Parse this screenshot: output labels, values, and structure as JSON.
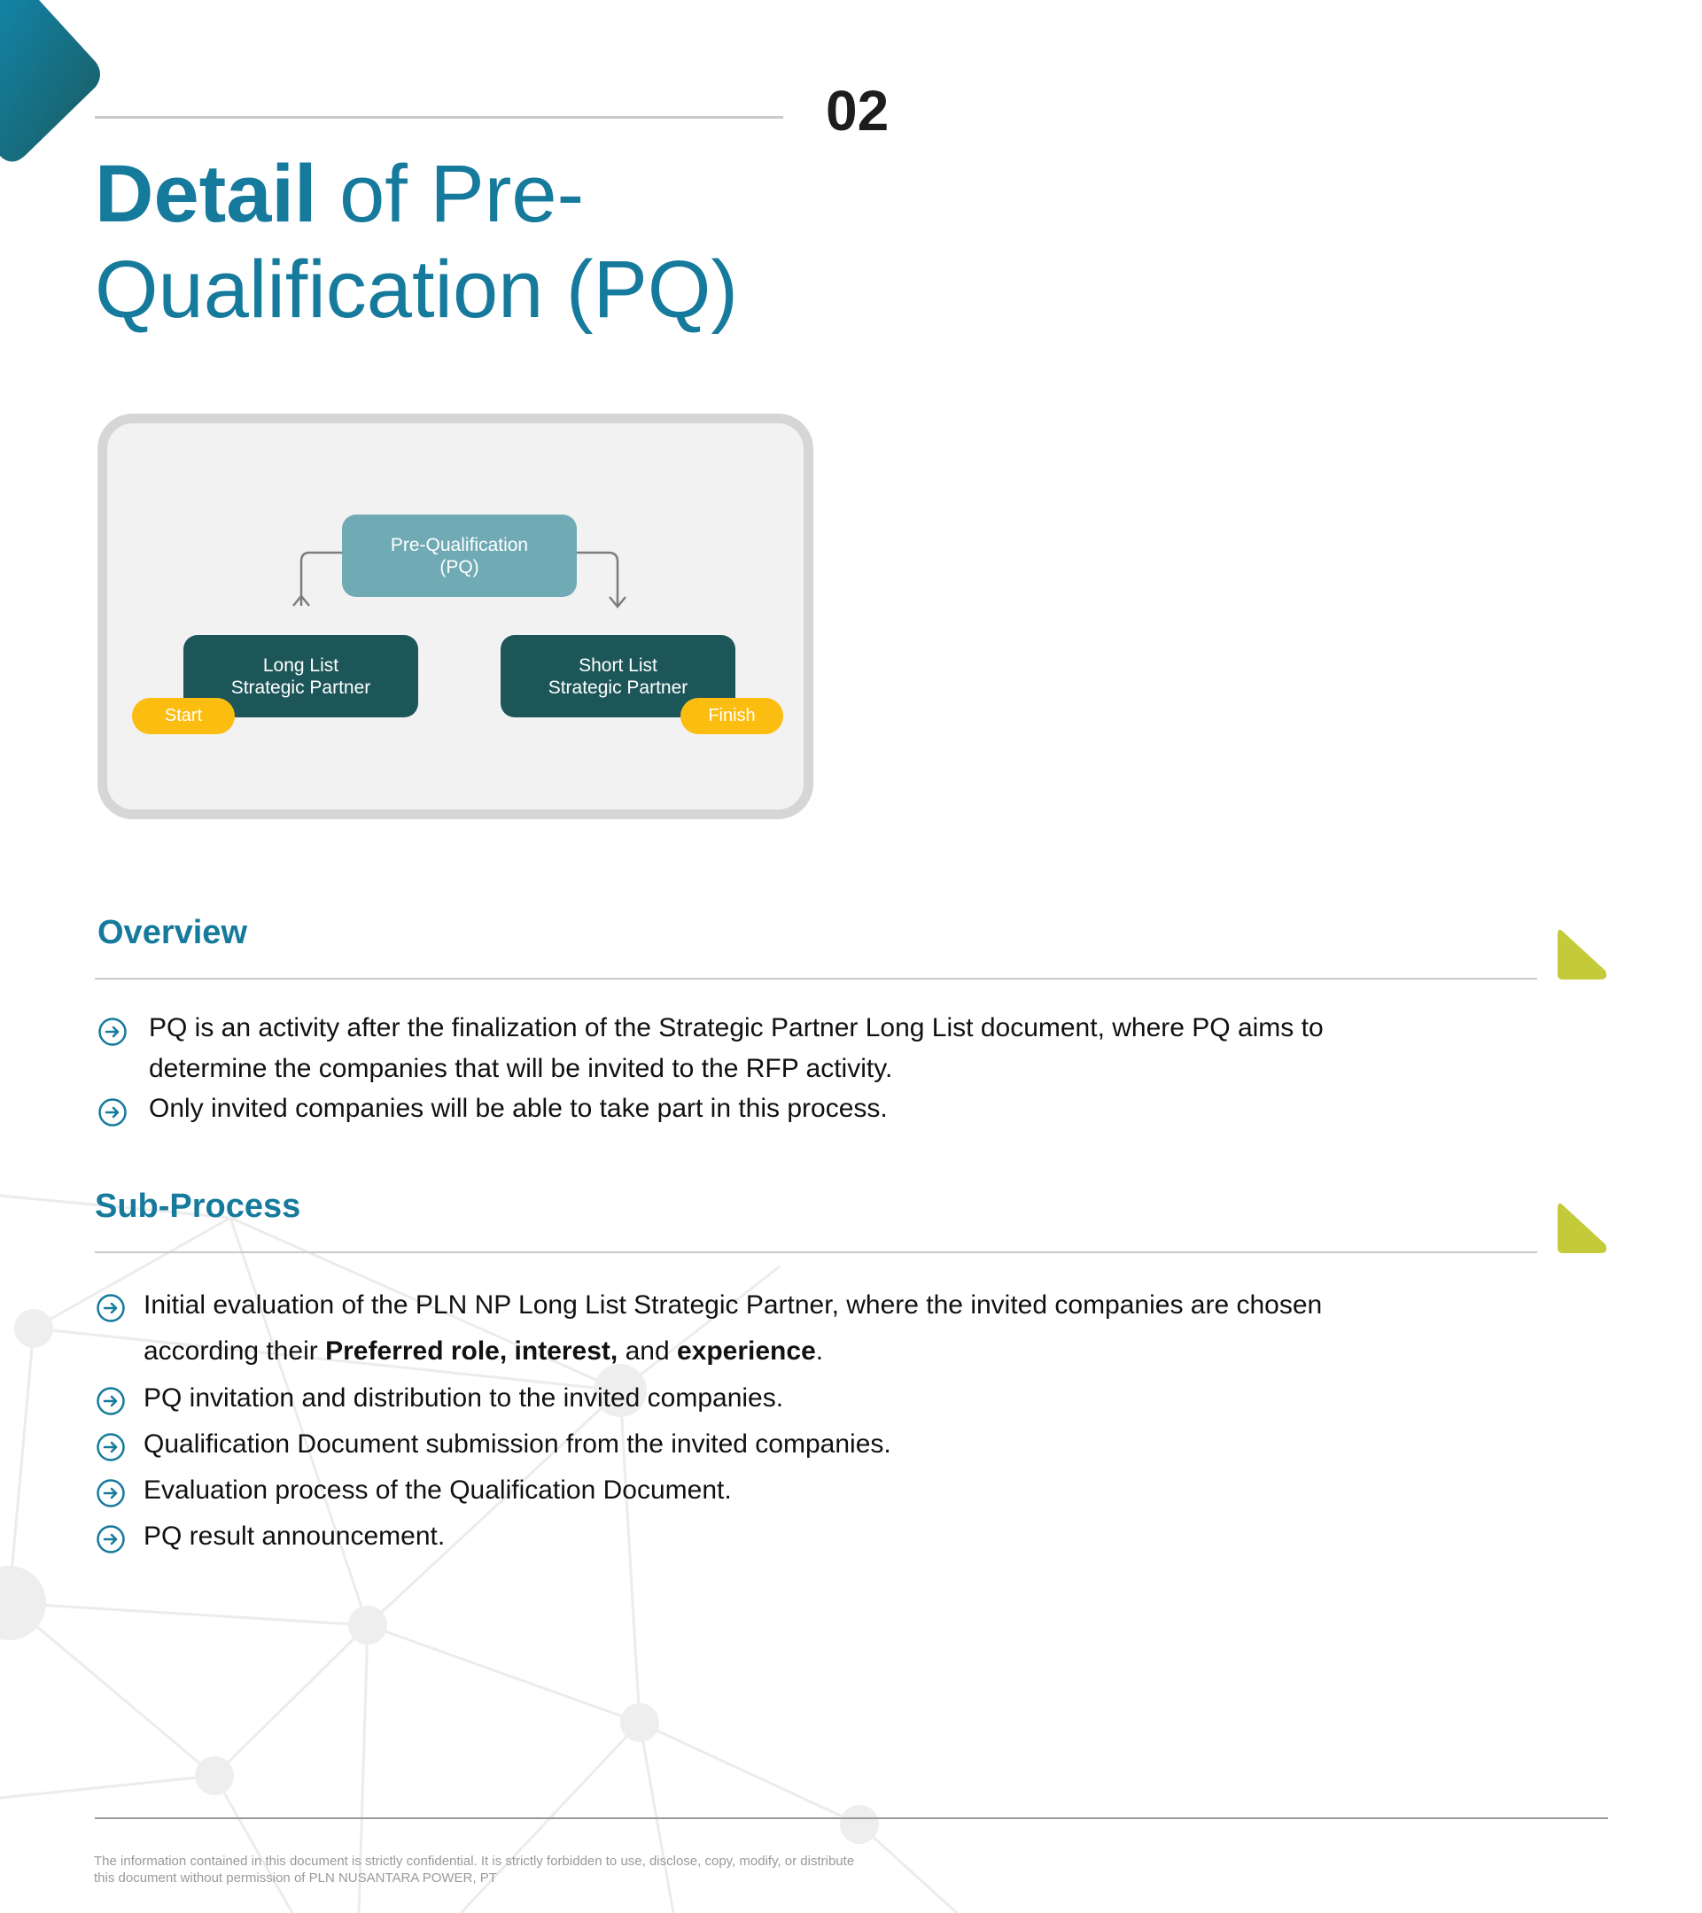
{
  "page": {
    "number": "02"
  },
  "title": {
    "bold": "Detail",
    "rest": " of Pre-Qualification (PQ)"
  },
  "diagram": {
    "center_node": {
      "line1": "Pre-Qualification",
      "line2": "(PQ)"
    },
    "left_node": {
      "line1": "Long List",
      "line2": "Strategic Partner"
    },
    "right_node": {
      "line1": "Short List",
      "line2": "Strategic Partner"
    },
    "start_label": "Start",
    "finish_label": "Finish"
  },
  "overview": {
    "heading": "Overview",
    "items": [
      {
        "line1": "PQ is an activity after the finalization of the Strategic Partner Long List document, where PQ aims to",
        "line2": "determine the companies that will be invited to the RFP activity."
      },
      {
        "line1": "Only invited companies will be able to take part in this process."
      }
    ]
  },
  "subprocess": {
    "heading": "Sub-Process",
    "item1": {
      "line1": "Initial evaluation of the PLN NP Long List Strategic Partner, where the invited companies are chosen",
      "prefix": "according their ",
      "bold1": "Preferred role, interest,",
      "mid": " and ",
      "bold2": "experience",
      "suffix": "."
    },
    "items": [
      "PQ invitation and distribution to the invited companies.",
      "Qualification Document submission from the invited companies.",
      "Evaluation process of the Qualification Document.",
      "PQ result announcement."
    ]
  },
  "footer": {
    "line1": "The information contained in this document is strictly confidential. It is strictly forbidden to use, disclose, copy, modify, or distribute",
    "line2": "this document without permission of PLN NUSANTARA POWER, PT"
  },
  "colors": {
    "accent": "#167a9c",
    "dark_node": "#1d5659",
    "light_node": "#6faab5",
    "pill": "#fbbd0f",
    "triangle": "#c3cb3a"
  }
}
